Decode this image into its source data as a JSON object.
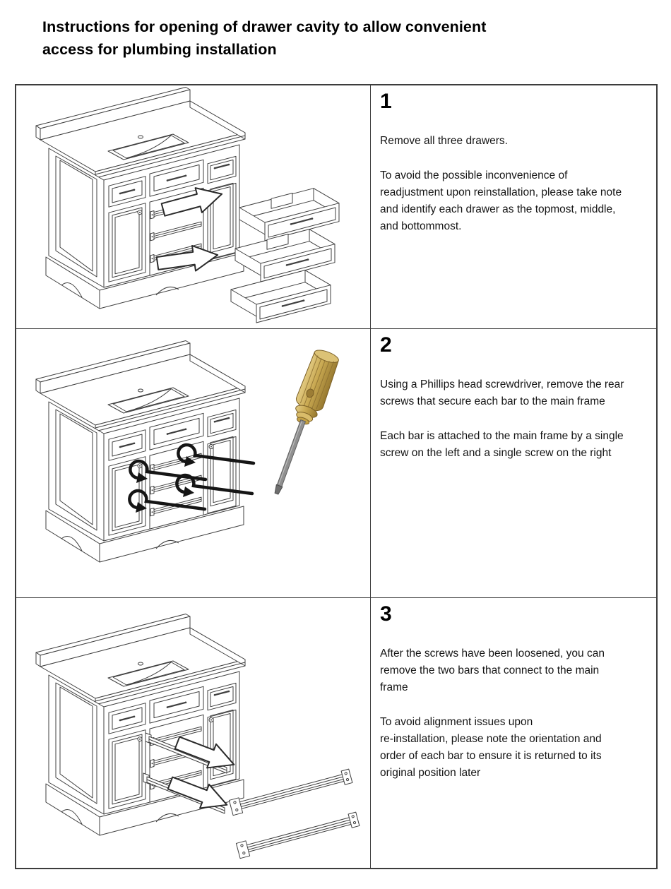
{
  "doc": {
    "title": "Instructions for opening of drawer cavity to allow convenient\naccess for plumbing installation"
  },
  "steps": [
    {
      "number": "1",
      "illustration": "vanity cabinet with all three drawers removed and stacked to the right, block arrows pointing out of the drawer cavity",
      "paragraphs": [
        "Remove all three drawers.",
        "To avoid the possible inconvenience of\nreadjustment upon reinstallation, please take note\nand identify each drawer as the topmost, middle,\nand bottommost."
      ]
    },
    {
      "number": "2",
      "illustration": "vanity cabinet with Phillips head screwdriver and curved unscrew arrows pointing at the rear screws of each bar",
      "paragraphs": [
        "Using a Phillips head screwdriver, remove the rear\nscrews that secure each bar to the main frame",
        "Each bar is attached to the main frame by a single\nscrew on the left and a single screw on the right"
      ]
    },
    {
      "number": "3",
      "illustration": "vanity cabinet with the two bars being removed from the cavity, detached slide rails shown at the lower right",
      "paragraphs": [
        "After the screws have been loosened, you can\nremove the two bars that connect to the main\nframe",
        "To avoid alignment issues upon\nre-installation, please note the orientation and\norder of each bar to ensure it is returned to its\noriginal position later"
      ]
    }
  ],
  "palette": {
    "drawing_line": "#3f3f3f",
    "table_border": "#3c3c3c",
    "arrow_black": "#151515",
    "screwdriver_handle_gold": "#c8a851",
    "screwdriver_shaft_gray": "#909090"
  }
}
